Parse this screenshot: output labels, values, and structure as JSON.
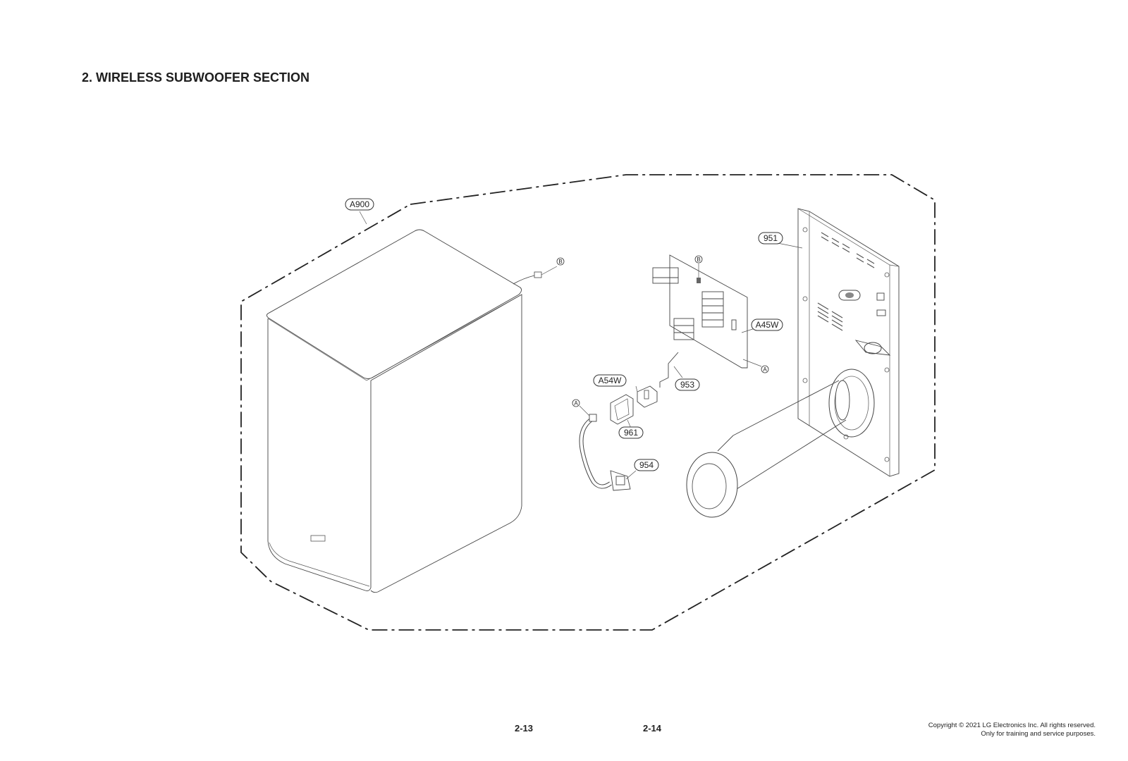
{
  "section_title": "2. WIRELESS SUBWOOFER SECTION",
  "callouts": {
    "a900": "A900",
    "n951": "951",
    "a45w": "A45W",
    "a54w": "A54W",
    "n953": "953",
    "n961": "961",
    "n954": "954"
  },
  "connectors": {
    "b": "B",
    "a": "A"
  },
  "footer": {
    "page_left": "2-13",
    "page_right": "2-14",
    "copyright_line1": "Copyright © 2021 LG Electronics Inc. All rights reserved.",
    "copyright_line2": "Only for training and service purposes."
  }
}
